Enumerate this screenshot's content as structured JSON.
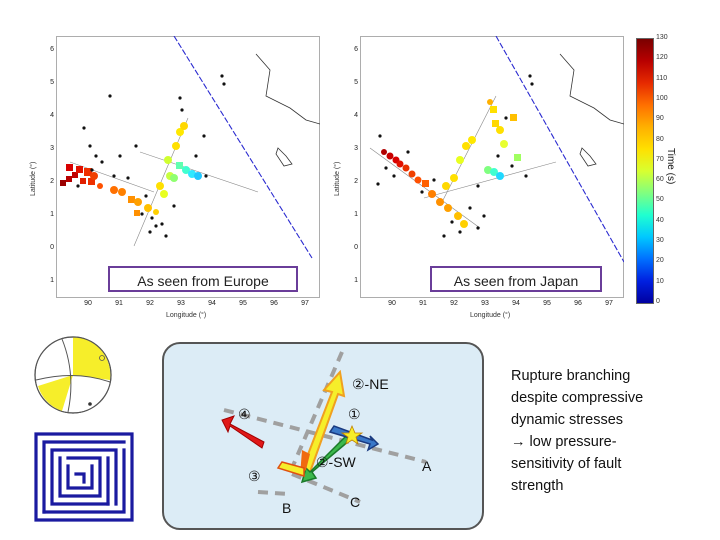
{
  "left_plot": {
    "xlabel": "Longitude (°)",
    "ylabel": "Latitude (°)",
    "x_ticks": [
      "90",
      "91",
      "92",
      "93",
      "94",
      "95",
      "96",
      "97"
    ],
    "y_ticks": [
      "6",
      "5",
      "4",
      "3",
      "2",
      "1",
      "0",
      "1"
    ],
    "caption": "As seen from Europe"
  },
  "right_plot": {
    "xlabel": "Longitude (°)",
    "ylabel": "Latitude (°)",
    "x_ticks": [
      "90",
      "91",
      "92",
      "93",
      "94",
      "95",
      "96",
      "97"
    ],
    "y_ticks": [
      "6",
      "5",
      "4",
      "3",
      "2",
      "1",
      "0",
      "1"
    ],
    "caption": "As seen from Japan"
  },
  "colorbar": {
    "label": "Time (s)",
    "ticks": [
      "130",
      "120",
      "110",
      "100",
      "90",
      "80",
      "70",
      "60",
      "50",
      "40",
      "30",
      "20",
      "10",
      "0"
    ],
    "colors": [
      "#7a0000",
      "#b80000",
      "#e62a00",
      "#ff7000",
      "#ffb000",
      "#ffe000",
      "#d8ff30",
      "#80ff80",
      "#20ffd0",
      "#00c8ff",
      "#0070ff",
      "#0020e0",
      "#0000a0"
    ]
  },
  "diagram": {
    "labels": {
      "ne": "②-NE",
      "sw": "②-SW",
      "one": "①",
      "three": "③",
      "four": "④",
      "a": "A",
      "b": "B",
      "c": "C"
    }
  },
  "conclusion_text": "Rupture branching\ndespite compressive\ndynamic stresses\n→ low pressure-\nsensitivity of fault\nstrength",
  "accent_colors": {
    "caption_border": "#6a3d99",
    "diagram_bg": "#dcecf6",
    "maze": "#1a1aa0",
    "beachball": "#f6ee2a"
  }
}
